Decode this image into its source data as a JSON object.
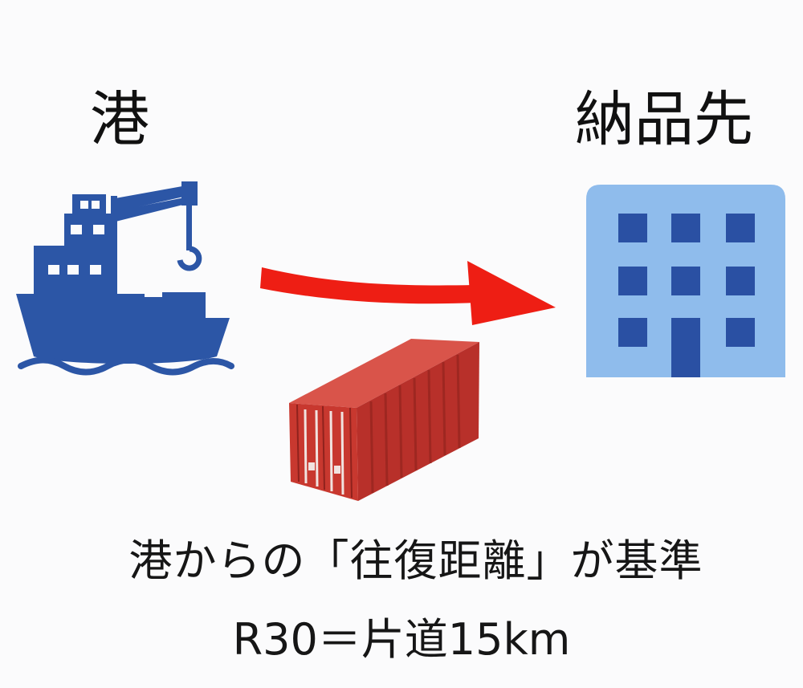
{
  "labels": {
    "origin": "港",
    "destination": "納品先"
  },
  "caption": {
    "line1": "港からの「往復距離」が基準",
    "line2": "R30＝片道15km"
  },
  "icons": {
    "origin": "cargo-ship-icon",
    "destination": "office-building-icon",
    "flow": "curved-arrow-icon",
    "cargo": "shipping-container-icon"
  },
  "colors": {
    "ship": "#2c56a6",
    "building_body": "#8fbcec",
    "building_windows": "#2a50a3",
    "arrow": "#ee1e14",
    "container": "#c8382f"
  }
}
